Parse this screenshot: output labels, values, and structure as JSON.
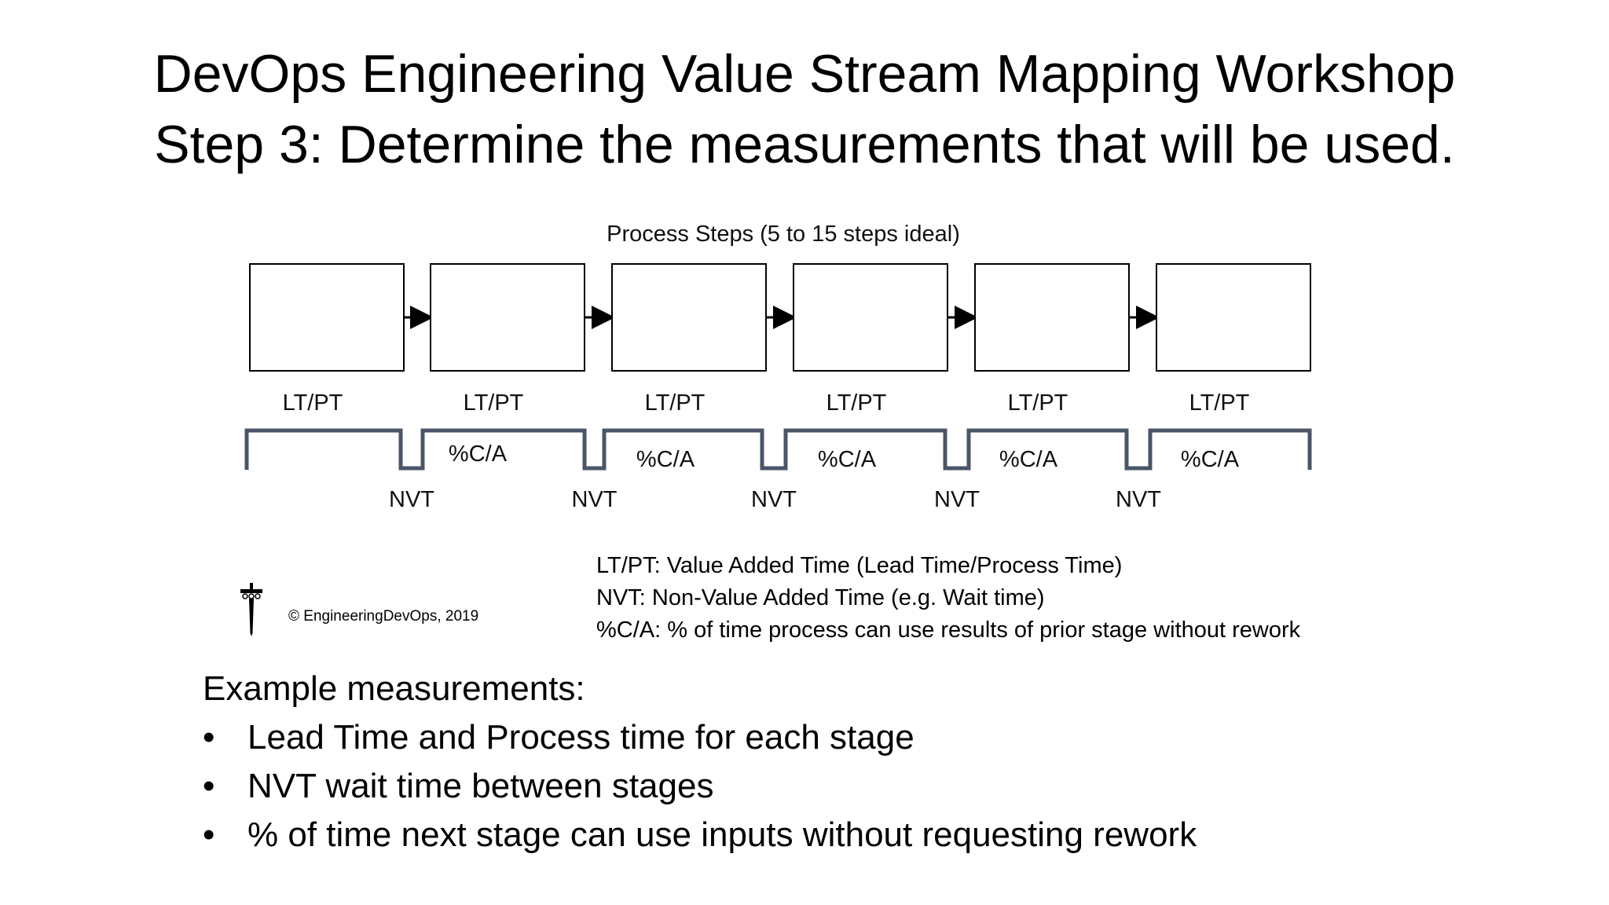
{
  "title": {
    "line1": "DevOps Engineering  Value Stream Mapping Workshop",
    "line2": "Step 3: Determine the measurements that will be used."
  },
  "diagram": {
    "heading": "Process Steps (5 to 15 steps ideal)",
    "steps": [
      {
        "lt_pt": "LT/PT",
        "ca": ""
      },
      {
        "lt_pt": "LT/PT",
        "ca": "%C/A"
      },
      {
        "lt_pt": "LT/PT",
        "ca": "%C/A"
      },
      {
        "lt_pt": "LT/PT",
        "ca": "%C/A"
      },
      {
        "lt_pt": "LT/PT",
        "ca": "%C/A"
      },
      {
        "lt_pt": "LT/PT",
        "ca": "%C/A"
      }
    ],
    "nvt_labels": [
      "NVT",
      "NVT",
      "NVT",
      "NVT",
      "NVT"
    ],
    "line_color": "#4a5568"
  },
  "legend": {
    "line1": "LT/PT: Value Added Time  (Lead Time/Process Time)",
    "line2": "NVT: Non-Value Added Time (e.g. Wait time)",
    "line3": "%C/A:  % of time process can use results of prior stage without rework"
  },
  "copyright": "© EngineeringDevOps, 2019",
  "examples": {
    "heading": "Example measurements:",
    "bullet": "•",
    "items": [
      "Lead Time and Process time for each stage",
      "NVT  wait time between stages",
      "% of time next stage can use inputs without requesting rework"
    ]
  }
}
